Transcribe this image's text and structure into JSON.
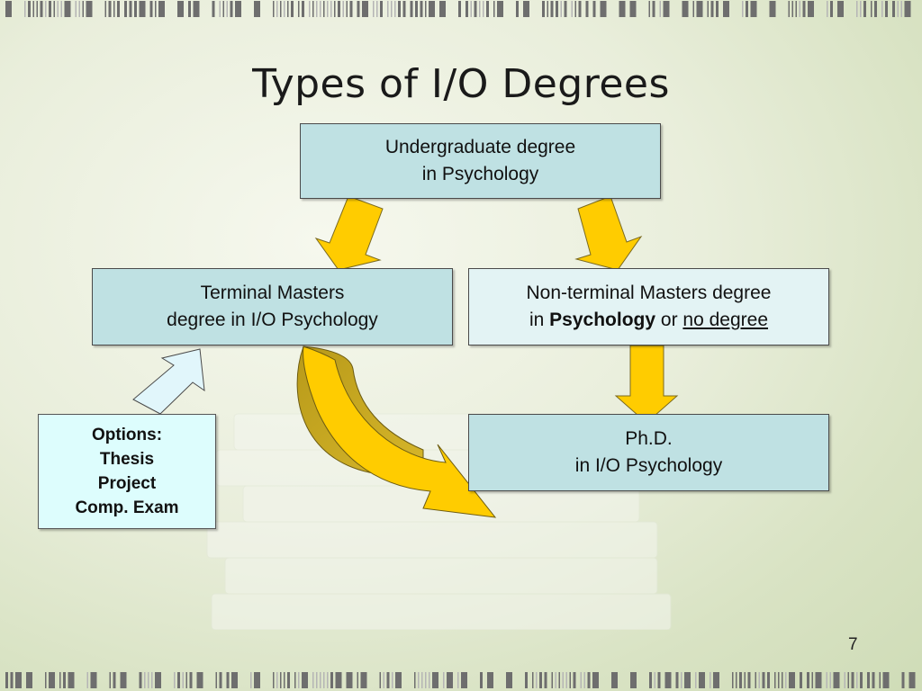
{
  "title": "Types of I/O Degrees",
  "nodes": {
    "undergrad": {
      "line1": "Undergraduate degree",
      "line2": "in Psychology"
    },
    "terminal": {
      "line1": "Terminal Masters",
      "line2": "degree in I/O Psychology"
    },
    "nonterminal": {
      "line1": "Non-terminal Masters degree",
      "line2_prefix": "in",
      "bold": "Psychology",
      "mid": "or",
      "underline": "no degree"
    },
    "options": {
      "items": [
        "Options:",
        "Thesis",
        "Project",
        "Comp. Exam"
      ]
    },
    "phd": {
      "line1": "Ph.D.",
      "line2": "in I/O Psychology"
    }
  },
  "page_number": "7",
  "colors": {
    "box_teal": "#bfe1e3",
    "box_light": "#e3f3f4",
    "options_fill": "#ddfdfd",
    "arrow_yellow": "#ffcc00",
    "arrow_light": "#e1f6fb"
  }
}
